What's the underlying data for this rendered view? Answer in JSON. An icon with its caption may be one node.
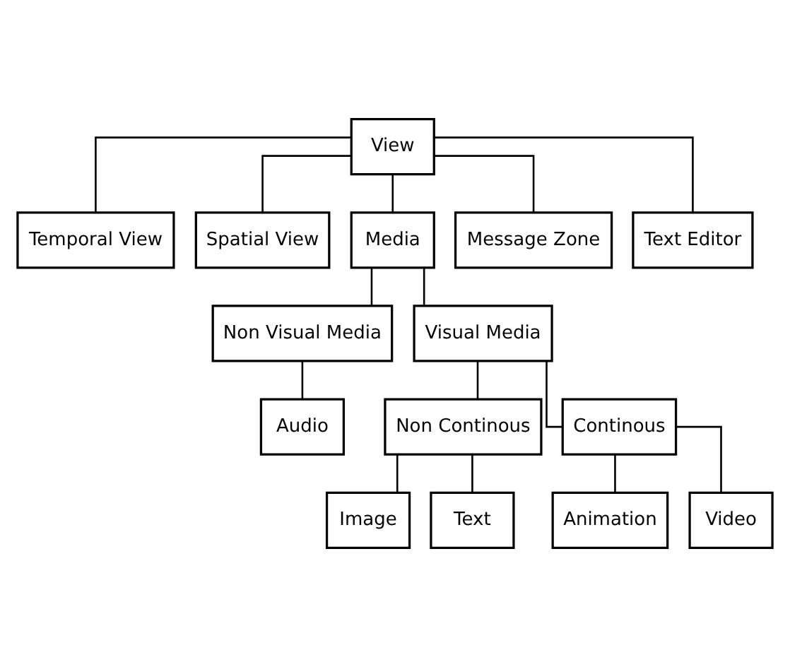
{
  "diagram": {
    "nodes": [
      {
        "text": [
          "View"
        ]
      },
      {
        "text": [
          "Temporal View"
        ]
      },
      {
        "text": [
          "Spatial View"
        ]
      },
      {
        "text": [
          "Media"
        ]
      },
      {
        "text": [
          "Message Zone"
        ]
      },
      {
        "text": [
          "Text Editor"
        ]
      },
      {
        "text": [
          "Non Visual Media"
        ]
      },
      {
        "text": [
          "Visual Media"
        ]
      },
      {
        "text": [
          "Audio"
        ]
      },
      {
        "text": [
          "Non Continous"
        ]
      },
      {
        "text": [
          "Continous"
        ]
      },
      {
        "text": [
          "Image"
        ]
      },
      {
        "text": [
          "Text"
        ]
      },
      {
        "text": [
          "Animation"
        ]
      },
      {
        "text": [
          "Video"
        ]
      }
    ],
    "edges": [
      {
        "from": 0,
        "to": 1,
        "arrow": "none"
      },
      {
        "from": 0,
        "to": 2,
        "arrow": "none"
      },
      {
        "from": 0,
        "to": 3,
        "arrow": "none"
      },
      {
        "from": 0,
        "to": 4,
        "arrow": "none"
      },
      {
        "from": 0,
        "to": 5,
        "arrow": "none"
      },
      {
        "from": 3,
        "to": 6,
        "arrow": "none"
      },
      {
        "from": 3,
        "to": 7,
        "arrow": "none"
      },
      {
        "from": 6,
        "to": 8,
        "arrow": "none"
      },
      {
        "from": 7,
        "to": 9,
        "arrow": "none"
      },
      {
        "from": 7,
        "to": 10,
        "arrow": "none"
      },
      {
        "from": 9,
        "to": 11,
        "arrow": "none"
      },
      {
        "from": 9,
        "to": 12,
        "arrow": "none"
      },
      {
        "from": 10,
        "to": 13,
        "arrow": "none"
      },
      {
        "from": 10,
        "to": 14,
        "arrow": "none"
      }
    ]
  }
}
